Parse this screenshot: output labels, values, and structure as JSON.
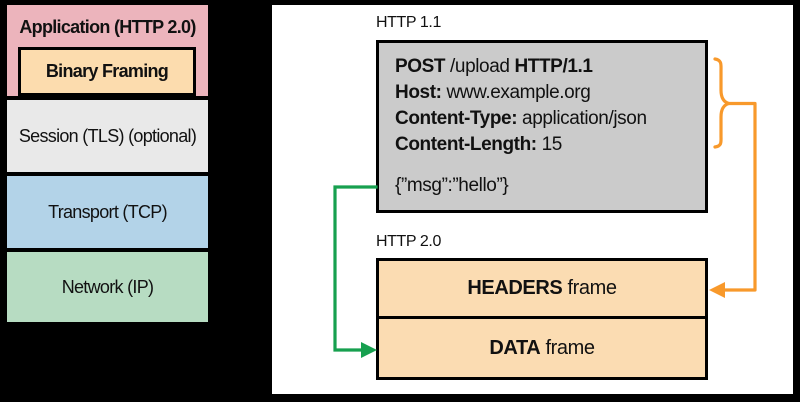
{
  "colors": {
    "background": "#000000",
    "panel_bg": "#ffffff",
    "line_black": "#000000",
    "layer_application": "#ecb4bc",
    "layer_binary": "#fcdcae",
    "layer_session": "#e9e9e9",
    "layer_transport": "#b3d3e8",
    "layer_network": "#b7dcc2",
    "request_box": "#cbcbcb",
    "frame_box": "#fbdcb2",
    "arrow_orange": "#f8992b",
    "arrow_green": "#17a04f"
  },
  "stack": {
    "layers": [
      {
        "label": "Application (HTTP 2.0)"
      },
      {
        "label": "Binary Framing"
      },
      {
        "label": "Session (TLS) (optional)"
      },
      {
        "label": "Transport (TCP)"
      },
      {
        "label": "Network (IP)"
      }
    ]
  },
  "panel": {
    "http11_label": "HTTP 1.1",
    "http20_label": "HTTP 2.0",
    "request": {
      "method": "POST",
      "path": " /upload ",
      "version": "HTTP/1.1",
      "headers": [
        {
          "name": "Host:",
          "value": " www.example.org"
        },
        {
          "name": "Content-Type:",
          "value": " application/json"
        },
        {
          "name": "Content-Length:",
          "value": " 15"
        }
      ],
      "body": "{”msg”:”hello”}"
    },
    "frames": [
      {
        "emphasis": "HEADERS",
        "suffix": " frame"
      },
      {
        "emphasis": "DATA",
        "suffix": " frame"
      }
    ]
  }
}
